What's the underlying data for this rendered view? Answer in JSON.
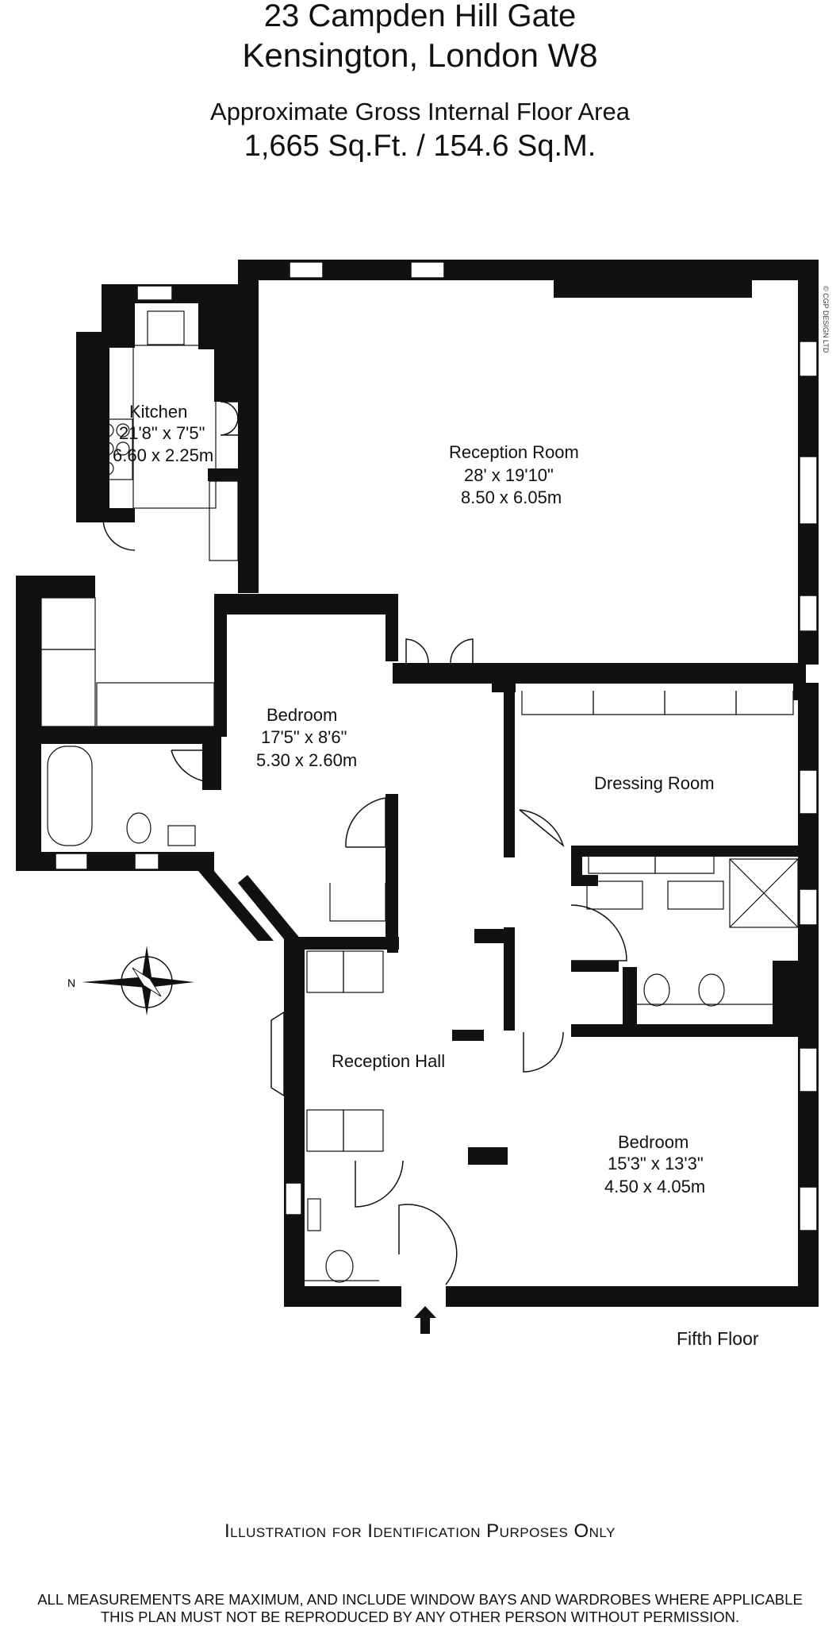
{
  "header": {
    "address_line1": "23 Campden Hill Gate",
    "address_line2": "Kensington, London W8",
    "area_label": "Approximate Gross Internal Floor Area",
    "area_value": "1,665 Sq.Ft. / 154.6 Sq.M."
  },
  "rooms": {
    "kitchen": {
      "name": "Kitchen",
      "imperial": "21'8\" x 7'5\"",
      "metric": "6.60 x 2.25m"
    },
    "reception_room": {
      "name": "Reception Room",
      "imperial": "28' x 19'10\"",
      "metric": "8.50 x 6.05m"
    },
    "bedroom1": {
      "name": "Bedroom",
      "imperial": "17'5\" x 8'6\"",
      "metric": "5.30 x 2.60m"
    },
    "dressing_room": {
      "name": "Dressing Room"
    },
    "reception_hall": {
      "name": "Reception Hall"
    },
    "bedroom2": {
      "name": "Bedroom",
      "imperial": "15'3\" x 13'3\"",
      "metric": "4.50 x 4.05m"
    }
  },
  "compass": {
    "north_label": "N"
  },
  "floor_label": "Fifth Floor",
  "copyright": "© CGP DESIGN LTD",
  "footer": {
    "illustration_note": "Illustration for Identification Purposes Only",
    "measurements_note": "ALL MEASUREMENTS ARE MAXIMUM, AND INCLUDE WINDOW BAYS AND WARDROBES WHERE APPLICABLE",
    "copyright_note": "THIS PLAN MUST NOT BE REPRODUCED BY ANY OTHER PERSON WITHOUT PERMISSION."
  }
}
